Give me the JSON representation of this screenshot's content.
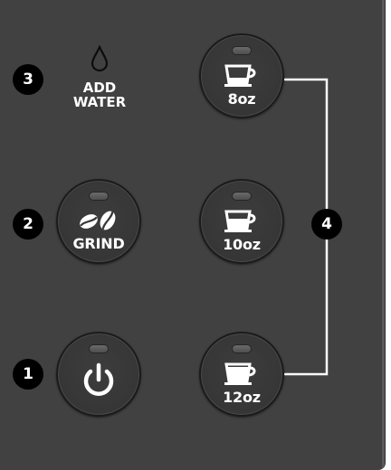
{
  "panel": {
    "background_color": "#414141",
    "indicator": {
      "icon": "water-drop-icon",
      "line1": "ADD",
      "line2": "WATER"
    },
    "buttons": {
      "grind": {
        "icon": "coffee-beans-icon",
        "label": "GRIND"
      },
      "power": {
        "icon": "power-icon"
      },
      "size_8oz": {
        "icon": "cup-icon",
        "label": "8oz"
      },
      "size_10oz": {
        "icon": "cup-icon",
        "label": "10oz"
      },
      "size_12oz": {
        "icon": "cup-icon",
        "label": "12oz"
      }
    },
    "callouts": {
      "power": "1",
      "grind": "2",
      "add_water": "3",
      "cup_sizes": "4"
    }
  }
}
